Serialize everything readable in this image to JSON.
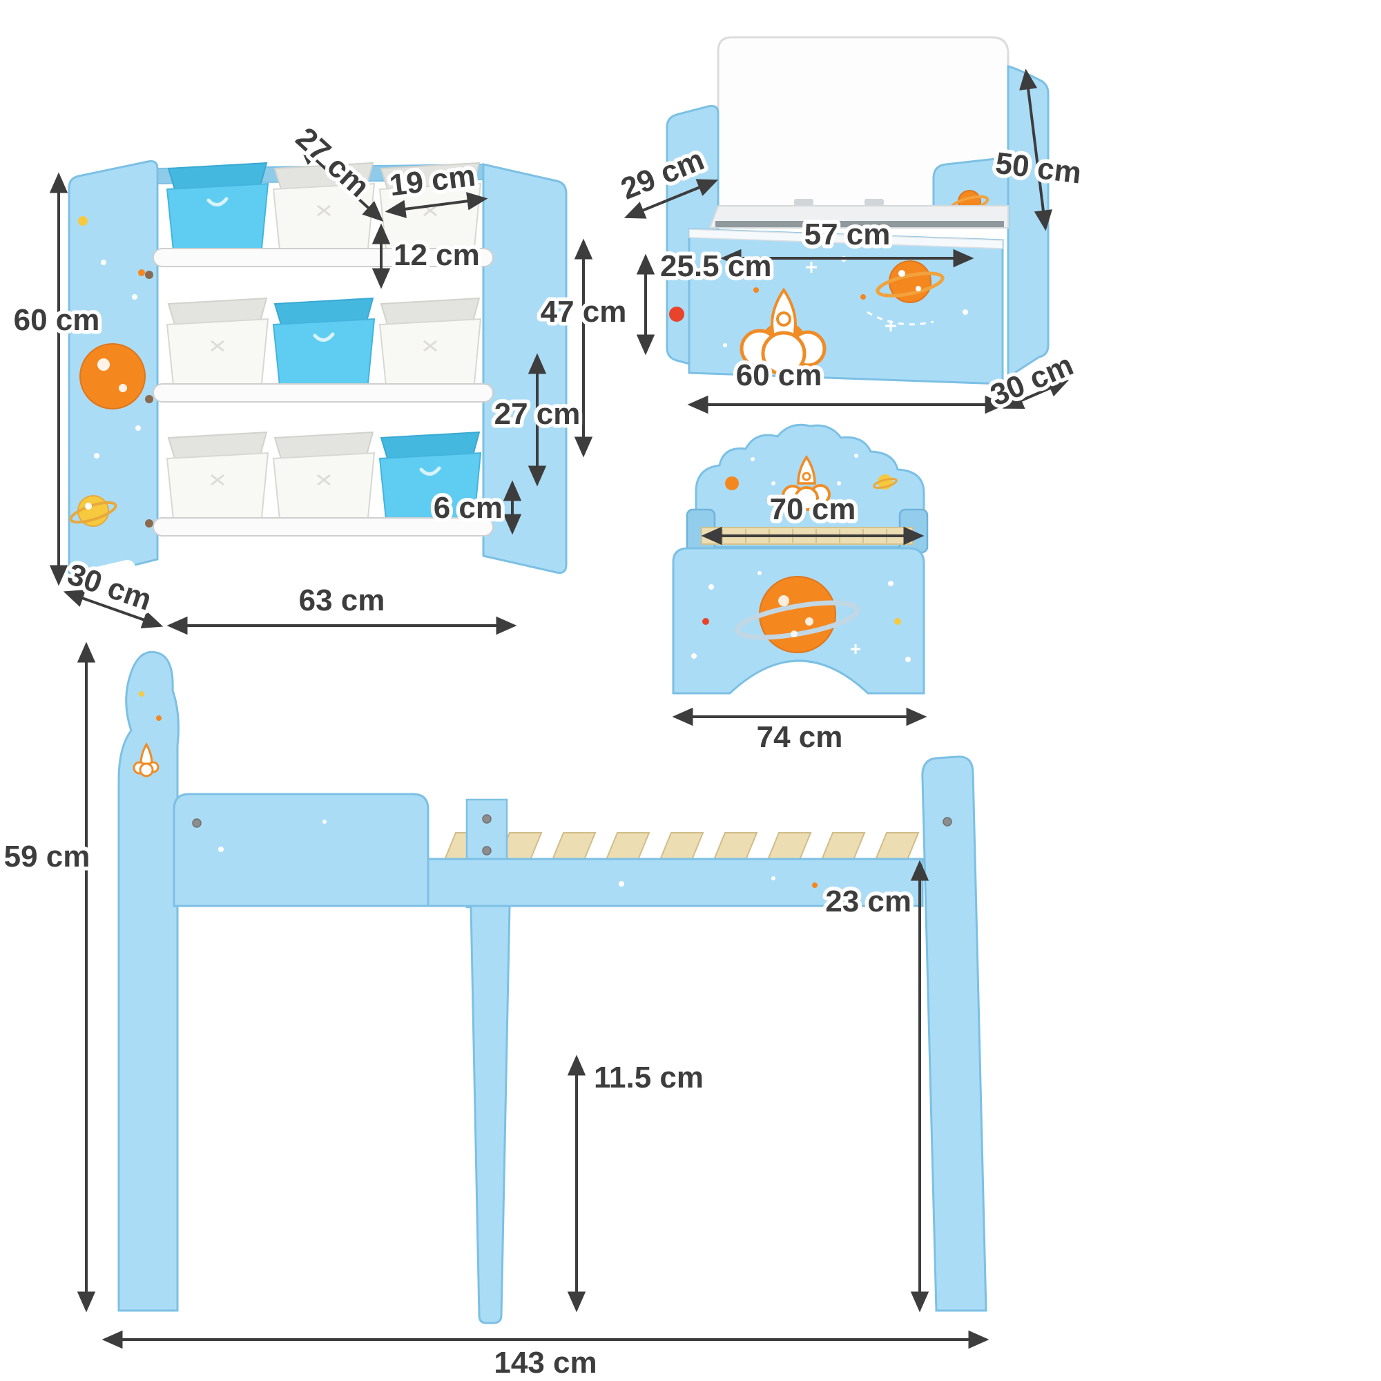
{
  "diagram": {
    "background": "#ffffff",
    "illustrations": [
      "toy-storage-organizer-with-9-fabric-bins",
      "toy-box-bench",
      "toddler-bed-front-view",
      "toddler-bed-side-view"
    ],
    "products": {
      "storage_organizer": {
        "name": "toy-storage-organizer",
        "dims": {
          "height": "60 cm",
          "depth": "30 cm",
          "width": "63 cm",
          "bin_depth": "27 cm",
          "bin_width": "19 cm",
          "bin_height": "12 cm",
          "upper_section_height": "47 cm",
          "lower_section_height": "27 cm",
          "foot_height": "6 cm"
        }
      },
      "toy_box": {
        "name": "toy-box-bench",
        "dims": {
          "seat_depth": "29 cm",
          "inner_width": "57 cm",
          "back_height": "50 cm",
          "front_height": "25.5 cm",
          "width": "60 cm",
          "depth": "30 cm"
        }
      },
      "bed_front": {
        "name": "toddler-bed-front-view",
        "dims": {
          "slat_width": "70 cm",
          "overall_width": "74 cm"
        }
      },
      "bed_side": {
        "name": "toddler-bed-side-view",
        "dims": {
          "headboard_height": "59 cm",
          "side_rail_height": "23 cm",
          "under_bed_clearance": "11.5 cm",
          "length": "143 cm"
        }
      }
    },
    "colors": {
      "panel_blue": "#abdcf6",
      "panel_stroke": "#7cc0e4",
      "bin_blue": "#5fcdf2",
      "bin_white": "#f8f8f5",
      "wood_slat": "#edddb2",
      "accent_orange": "#f5871f",
      "accent_yellow": "#f6c93f",
      "accent_red": "#e8432b",
      "dimension_text": "#3d3d3d"
    }
  }
}
